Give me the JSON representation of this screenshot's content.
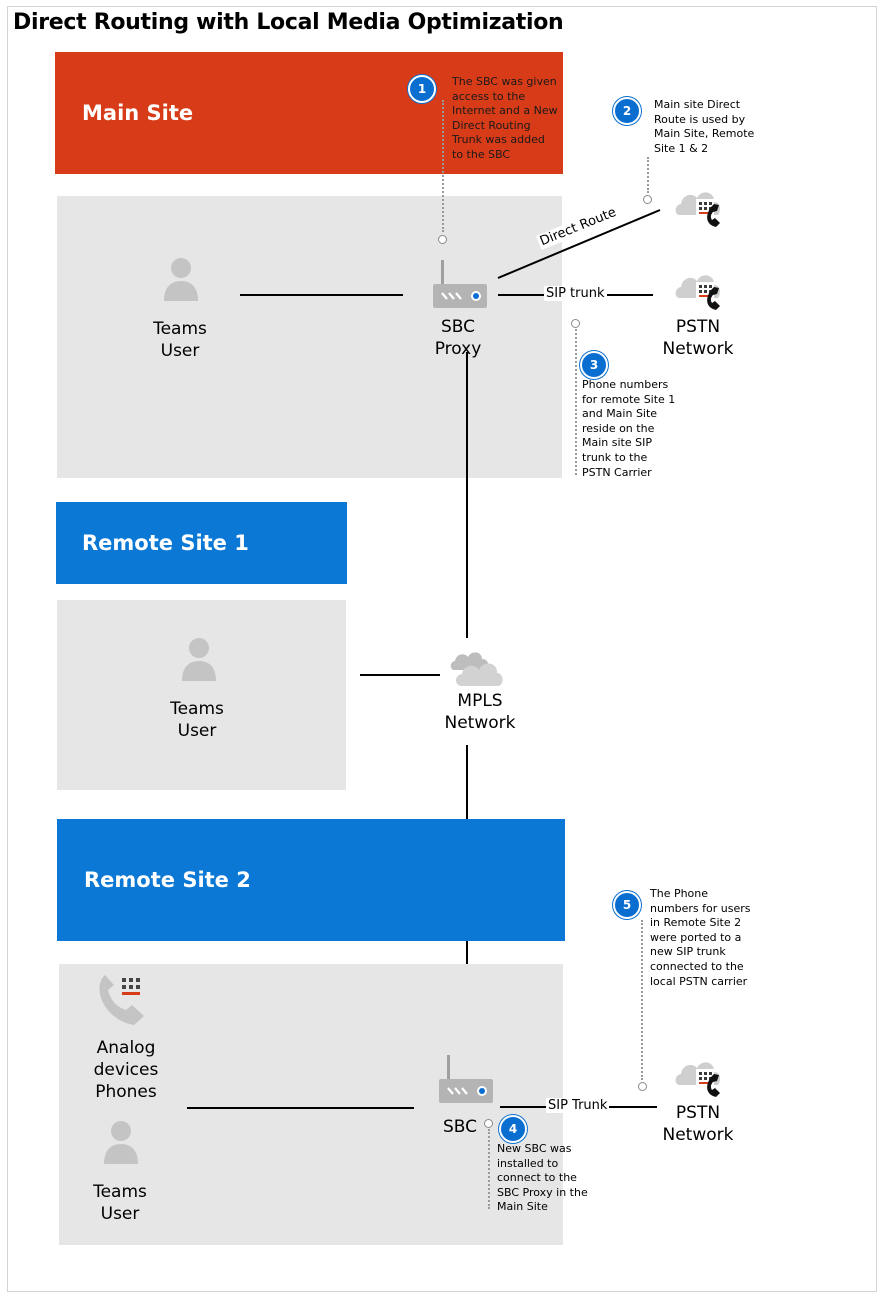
{
  "title": "Direct Routing with Local Media Optimization",
  "main_site": {
    "banner": "Main Site",
    "user_label_1": "Teams",
    "user_label_2": "User",
    "sbc_label_1": "SBC",
    "sbc_label_2": "Proxy",
    "pstn_label_1": "PSTN",
    "pstn_label_2": "Network",
    "direct_route_label": "Direct Route",
    "sip_trunk_label": "SIP trunk"
  },
  "remote_site_1": {
    "banner": "Remote Site 1",
    "user_label_1": "Teams",
    "user_label_2": "User",
    "mpls_label_1": "MPLS",
    "mpls_label_2": "Network"
  },
  "remote_site_2": {
    "banner": "Remote Site 2",
    "analog_label_1": "Analog",
    "analog_label_2": "devices",
    "analog_label_3": "Phones",
    "user_label_1": "Teams",
    "user_label_2": "User",
    "sbc_label": "SBC",
    "sip_trunk_label": "SIP Trunk",
    "pstn_label_1": "PSTN",
    "pstn_label_2": "Network"
  },
  "callouts": [
    {
      "number": "1",
      "lines": [
        "The SBC was given",
        "access to the",
        "Internet and a New",
        "Direct Routing",
        "Trunk was added",
        "to the SBC"
      ]
    },
    {
      "number": "2",
      "lines": [
        "Main site Direct",
        "Route is used by",
        "Main Site, Remote",
        "Site 1 & 2"
      ]
    },
    {
      "number": "3",
      "lines": [
        "Phone numbers",
        "for remote Site 1",
        "and Main Site",
        "reside on the",
        "Main site SIP",
        "trunk to the",
        "PSTN Carrier"
      ]
    },
    {
      "number": "4",
      "lines": [
        "New SBC was",
        "installed to",
        "connect to the",
        "SBC Proxy in the",
        "Main Site"
      ]
    },
    {
      "number": "5",
      "lines": [
        "The Phone",
        "numbers for users",
        "in Remote Site 2",
        "were ported to a",
        "new SIP trunk",
        "connected to the",
        "local PSTN carrier"
      ]
    }
  ],
  "colors": {
    "main_site": "#d83b17",
    "remote_site": "#0a78d4",
    "site_area": "#e6e6e6",
    "badge": "#0a6ed1"
  }
}
